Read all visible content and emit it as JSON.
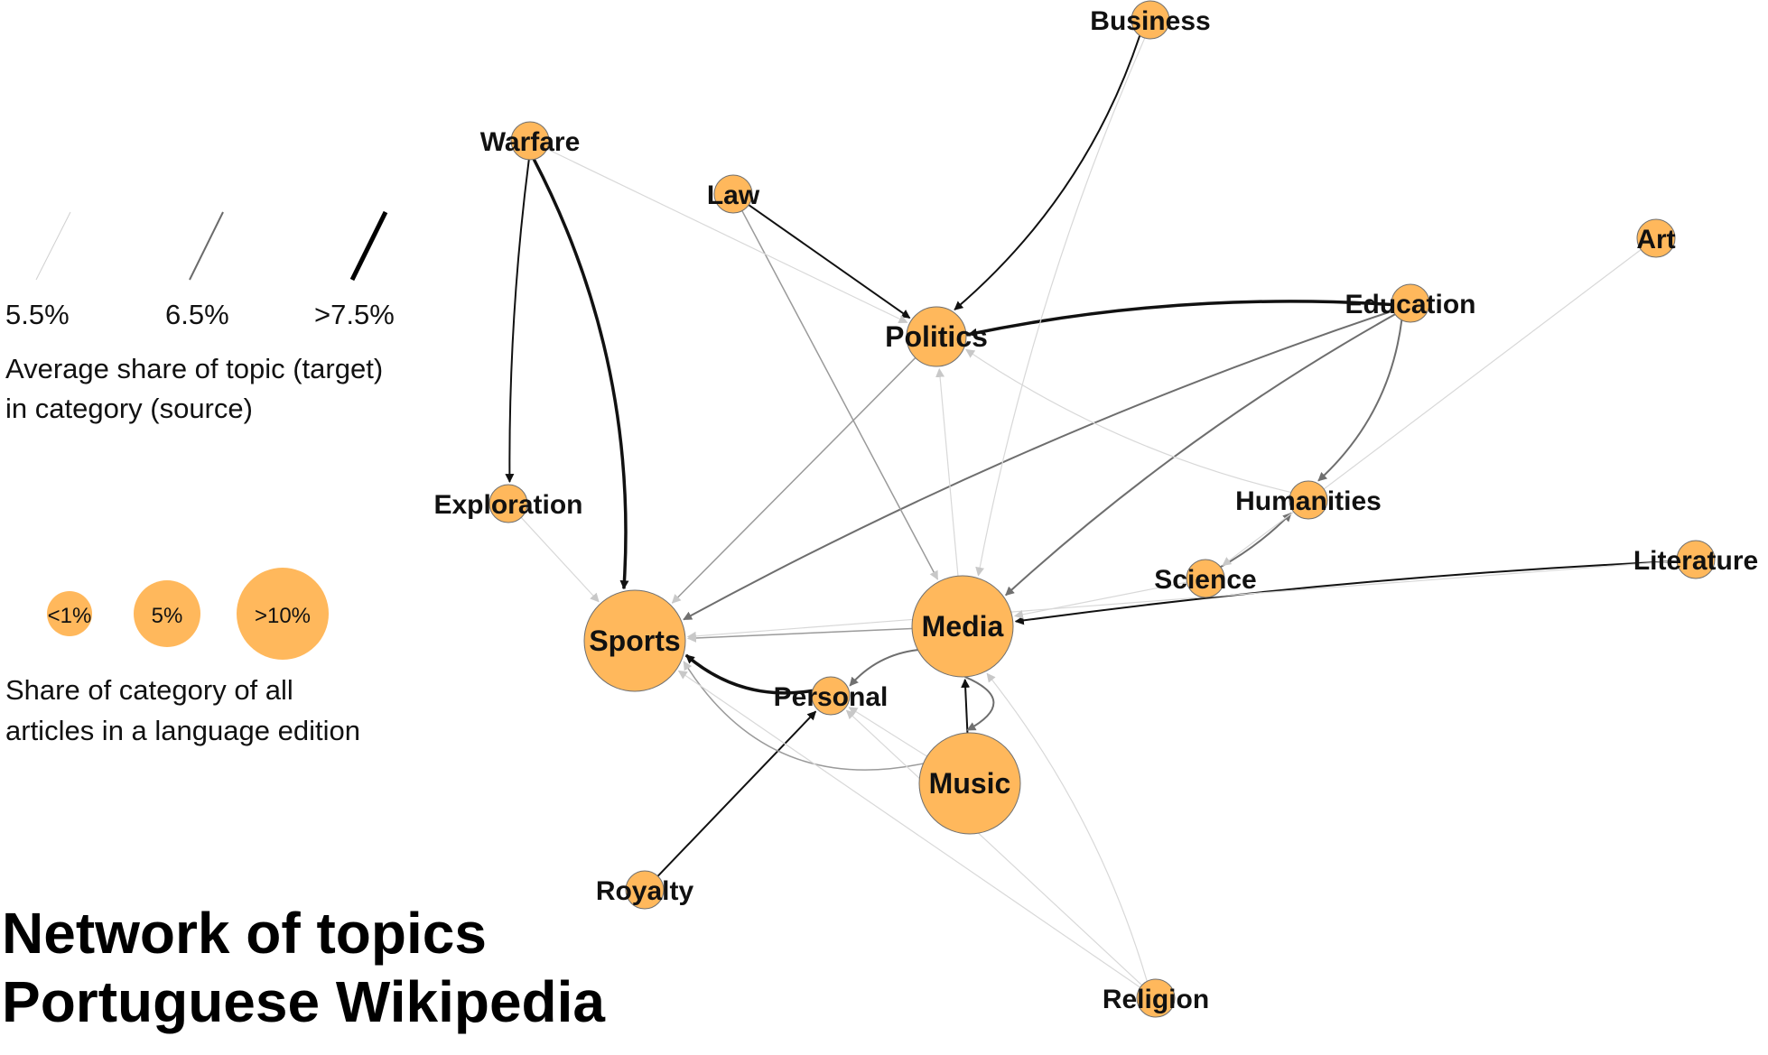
{
  "title_lines": [
    "Network of topics",
    "Portuguese Wikipedia"
  ],
  "legend_edges": {
    "items": [
      {
        "label": "5.5%",
        "weight": 0.055
      },
      {
        "label": "6.5%",
        "weight": 0.065
      },
      {
        "label": ">7.5%",
        "weight": 0.075
      }
    ],
    "caption_lines": [
      "Average share of topic (target)",
      "in category (source)"
    ]
  },
  "legend_nodes": {
    "items": [
      {
        "label": "<1%",
        "share": 0.01
      },
      {
        "label": "5%",
        "share": 0.05
      },
      {
        "label": ">10%",
        "share": 0.1
      }
    ],
    "caption_lines": [
      "Share of category of all",
      "articles in a language edition"
    ]
  },
  "colors": {
    "node_fill": "#FFB85C",
    "node_stroke": "#6f6f6f",
    "edge": "#000000"
  },
  "nodes": [
    {
      "id": "Business",
      "label": "Business",
      "size": "small"
    },
    {
      "id": "Warfare",
      "label": "Warfare",
      "size": "small"
    },
    {
      "id": "Law",
      "label": "Law",
      "size": "small"
    },
    {
      "id": "Art",
      "label": "Art",
      "size": "small"
    },
    {
      "id": "Education",
      "label": "Education",
      "size": "small"
    },
    {
      "id": "Politics",
      "label": "Politics",
      "size": "medium"
    },
    {
      "id": "Exploration",
      "label": "Exploration",
      "size": "small"
    },
    {
      "id": "Humanities",
      "label": "Humanities",
      "size": "small"
    },
    {
      "id": "Science",
      "label": "Science",
      "size": "small"
    },
    {
      "id": "Literature",
      "label": "Literature",
      "size": "small"
    },
    {
      "id": "Sports",
      "label": "Sports",
      "size": "large"
    },
    {
      "id": "Media",
      "label": "Media",
      "size": "large"
    },
    {
      "id": "Personal",
      "label": "Personal",
      "size": "small"
    },
    {
      "id": "Music",
      "label": "Music",
      "size": "large"
    },
    {
      "id": "Royalty",
      "label": "Royalty",
      "size": "small"
    },
    {
      "id": "Religion",
      "label": "Religion",
      "size": "small"
    }
  ],
  "edges": [
    {
      "source": "Education",
      "target": "Politics",
      "weight": 0.08
    },
    {
      "source": "Business",
      "target": "Politics",
      "weight": 0.075
    },
    {
      "source": "Law",
      "target": "Politics",
      "weight": 0.075
    },
    {
      "source": "Warfare",
      "target": "Exploration",
      "weight": 0.075
    },
    {
      "source": "Warfare",
      "target": "Sports",
      "weight": 0.078
    },
    {
      "source": "Literature",
      "target": "Media",
      "weight": 0.075
    },
    {
      "source": "Royalty",
      "target": "Personal",
      "weight": 0.075
    },
    {
      "source": "Music",
      "target": "Media",
      "weight": 0.075
    },
    {
      "source": "Personal",
      "target": "Sports",
      "weight": 0.078
    },
    {
      "source": "Education",
      "target": "Humanities",
      "weight": 0.068
    },
    {
      "source": "Education",
      "target": "Sports",
      "weight": 0.066
    },
    {
      "source": "Education",
      "target": "Media",
      "weight": 0.066
    },
    {
      "source": "Science",
      "target": "Humanities",
      "weight": 0.068
    },
    {
      "source": "Media",
      "target": "Music",
      "weight": 0.065
    },
    {
      "source": "Media",
      "target": "Personal",
      "weight": 0.065
    },
    {
      "source": "Law",
      "target": "Media",
      "weight": 0.062
    },
    {
      "source": "Politics",
      "target": "Sports",
      "weight": 0.06
    },
    {
      "source": "Media",
      "target": "Sports",
      "weight": 0.058
    },
    {
      "source": "Music",
      "target": "Sports",
      "weight": 0.058
    },
    {
      "source": "Exploration",
      "target": "Sports",
      "weight": 0.056
    },
    {
      "source": "Humanities",
      "target": "Politics",
      "weight": 0.056
    },
    {
      "source": "Music",
      "target": "Personal",
      "weight": 0.056
    },
    {
      "source": "Media",
      "target": "Politics",
      "weight": 0.056
    },
    {
      "source": "Warfare",
      "target": "Politics",
      "weight": 0.055
    },
    {
      "source": "Business",
      "target": "Media",
      "weight": 0.055
    },
    {
      "source": "Art",
      "target": "Science",
      "weight": 0.055
    },
    {
      "source": "Literature",
      "target": "Sports",
      "weight": 0.055
    },
    {
      "source": "Science",
      "target": "Media",
      "weight": 0.055
    },
    {
      "source": "Religion",
      "target": "Sports",
      "weight": 0.055
    },
    {
      "source": "Religion",
      "target": "Media",
      "weight": 0.055
    },
    {
      "source": "Religion",
      "target": "Personal",
      "weight": 0.055
    }
  ]
}
